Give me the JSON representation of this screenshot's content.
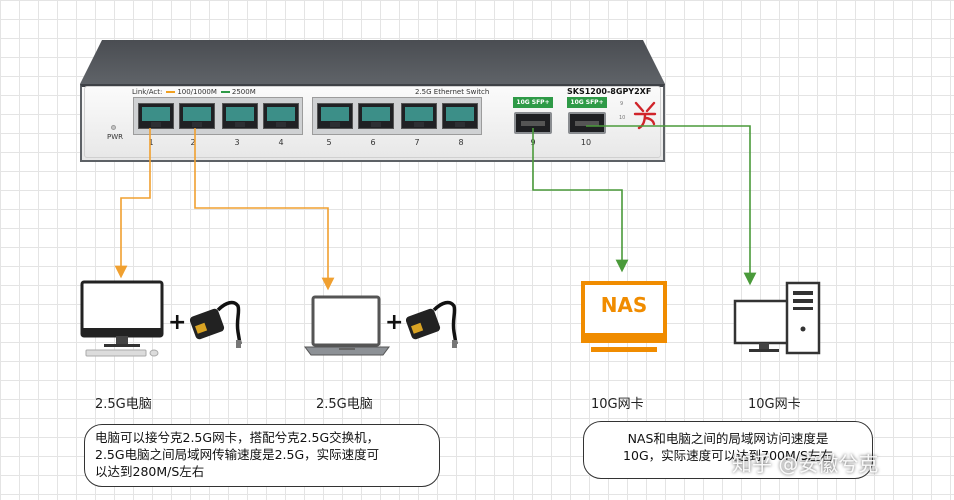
{
  "switch": {
    "model": "SKS1200-8GPY2XF",
    "link_act_label": "Link/Act:",
    "legend_100_1000": "100/1000M",
    "legend_2500": "2500M",
    "ethernet_label": "2.5G Ethernet Switch",
    "pwr_label": "PWR",
    "sfp_labels": [
      "10G SFP+",
      "10G SFP+"
    ],
    "small_led_labels": [
      "9",
      "10"
    ],
    "port_numbers": [
      "1",
      "2",
      "3",
      "4",
      "5",
      "6",
      "7",
      "8"
    ],
    "sfp_numbers": [
      "9",
      "10"
    ],
    "colors": {
      "led_100_1000": "#f0a020",
      "led_2500": "#2e9a47",
      "body": "#5f6368"
    }
  },
  "connections": {
    "colors": {
      "copper": "#f0a030",
      "fiber": "#4a9a3a"
    }
  },
  "devices": [
    {
      "label": "2.5G电脑",
      "icon": "desktop-monitor-icon"
    },
    {
      "label": "2.5G电脑",
      "icon": "laptop-icon"
    },
    {
      "label": "10G网卡",
      "icon": "nas-display-icon",
      "badge": "NAS"
    },
    {
      "label": "10G网卡",
      "icon": "desktop-tower-icon"
    }
  ],
  "adapters": {
    "plus_sign": "+"
  },
  "notes": {
    "left": [
      "电脑可以接兮克2.5G网卡，搭配兮克2.5G交换机，",
      "2.5G电脑之间局域网传输速度是2.5G，实际速度可",
      "以达到280M/S左右"
    ],
    "right": [
      "NAS和电脑之间的局域网访问速度是",
      "10G，实际速度可以达到700M/S左右"
    ]
  },
  "watermark": "知乎 @安徽兮克"
}
